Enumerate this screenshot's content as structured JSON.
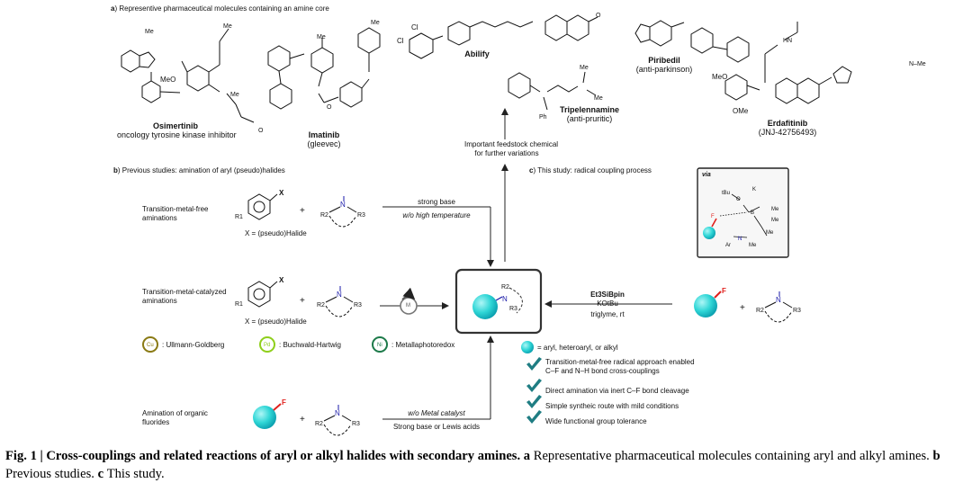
{
  "section_a": {
    "heading_letter": "a",
    "heading": "Representive pharmaceutical molecules containing an amine core",
    "molecules": [
      {
        "name": "Osimertinib",
        "desc": "oncology tyrosine kinase inhibitor"
      },
      {
        "name": "Imatinib",
        "desc": "(gleevec)"
      },
      {
        "name": "Abilify",
        "desc": ""
      },
      {
        "name": "Tripelennamine",
        "desc": "(anti-pruritic)"
      },
      {
        "name": "Piribedil",
        "desc": "(anti-parkinson)"
      },
      {
        "name": "Erdafitinib",
        "desc": "(JNJ-42756493)"
      }
    ],
    "feedstock_line1": "Important feedstock chemical",
    "feedstock_line2": "for further variations",
    "atom_labels": {
      "me": "Me",
      "n": "N",
      "h": "H",
      "meo": "MeO",
      "ome": "OMe",
      "o": "O",
      "cl": "Cl",
      "ph": "Ph",
      "hn": "HN",
      "nh": "NH",
      "nme": "N–Me"
    }
  },
  "section_b": {
    "heading_letter": "b",
    "heading": "Previous studies: amination of aryl (pseudo)halides",
    "rows": [
      {
        "title1": "Transition-metal-free",
        "title2": "aminations",
        "halide_note": "X = (pseudo)Halide",
        "cond_above": "strong base",
        "cond_below": "w/o high temperature"
      },
      {
        "title1": "Transition-metal-catalyzed",
        "title2": "aminations",
        "halide_note": "X = (pseudo)Halide",
        "cond_above": "",
        "cond_below": ""
      },
      {
        "title1": "Amination of organic",
        "title2": "fluorides",
        "halide_note": "",
        "cond_above": "w/o Metal catalyst",
        "cond_below": "Strong base or Lewis acids"
      }
    ],
    "x_label": "X",
    "f_label": "F",
    "r1": "R1",
    "r2": "R2",
    "r3": "R3",
    "plus": "+",
    "m_label": "M",
    "catalysts": [
      {
        "metal": "Cu",
        "name": ": Ullmann-Goldberg",
        "color": "#8a7a14"
      },
      {
        "metal": "Pd",
        "name": ": Buchwald-Hartwig",
        "color": "#8fcf1c"
      },
      {
        "metal": "Ni",
        "name": ": Metallaphotoredox",
        "color": "#1d7a4a"
      }
    ]
  },
  "section_c": {
    "heading_letter": "c",
    "heading": "This study: radical coupling process",
    "reagent": "Et3SiBpin",
    "base": "KOtBu",
    "solvent": "triglyme, rt",
    "legend": "= aryl, heteroaryl, or alkyl",
    "via": "via",
    "via_labels": {
      "tbu": "tBu",
      "o": "O",
      "k": "K",
      "b": "B",
      "me": "Me",
      "f": "F",
      "n": "N",
      "ar": "Ar"
    },
    "checks": [
      "Transition-metal-free radical approach enabled C–F and N–H bond cross-couplings",
      "Direct amination via inert C–F bond cleavage",
      "Simple syntheic route with mild conditions",
      "Wide functional group tolerance"
    ]
  },
  "colors": {
    "cyan": "#2fd6d6",
    "cyan_dark": "#0aa3b3",
    "bond_red": "#e0201c",
    "nitrogen": "#1a1aa8",
    "check": "#1f7d83"
  },
  "caption": {
    "fig": "Fig. 1 | ",
    "title": "Cross-couplings and related reactions of aryl or alkyl halides with secondary amines.",
    "a_label": " a ",
    "a_text": "Representative pharmaceutical molecules containing aryl and alkyl amines.",
    "b_label": " b ",
    "b_text": "Previous studies.",
    "c_label": " c ",
    "c_text": "This study."
  }
}
